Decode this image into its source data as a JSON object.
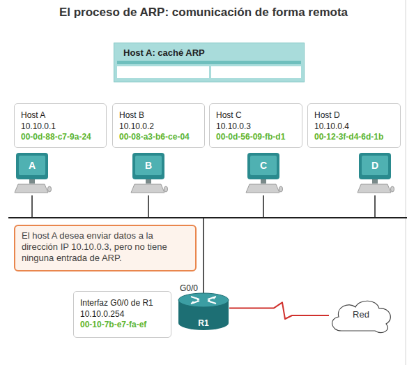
{
  "diagram": {
    "title": "El proceso de ARP: comunicación de forma remota",
    "nodes": [
      {
        "text": [
          "Host A: caché ARP"
        ]
      },
      {
        "text": [
          "Host A",
          "10.10.0.1",
          "00-0d-88-c7-9a-24"
        ]
      },
      {
        "text": [
          "Host B",
          "10.10.0.2",
          "00-08-a3-b6-ce-04"
        ]
      },
      {
        "text": [
          "Host C",
          "10.10.0.3",
          "00-0d-56-09-fb-d1"
        ]
      },
      {
        "text": [
          "Host D",
          "10.10.0.4",
          "00-12-3f-d4-6d-1b"
        ]
      },
      {
        "text": [
          "A"
        ]
      },
      {
        "text": [
          "B"
        ]
      },
      {
        "text": [
          "C"
        ]
      },
      {
        "text": [
          "D"
        ]
      },
      {
        "text": [
          "El host A desea enviar datos a la dirección IP 10.10.0.3, pero no tiene ninguna entrada de ARP."
        ]
      },
      {
        "text": [
          "Interfaz G0/0 de R1",
          "10.10.0.254",
          "00-10-7b-e7-fa-ef"
        ]
      },
      {
        "text": [
          "R1"
        ]
      },
      {
        "text": [
          "Red"
        ]
      }
    ],
    "edges": [
      {
        "from": 11,
        "to": 12,
        "arrow": "none"
      }
    ],
    "labels": [
      "G0/0"
    ]
  }
}
